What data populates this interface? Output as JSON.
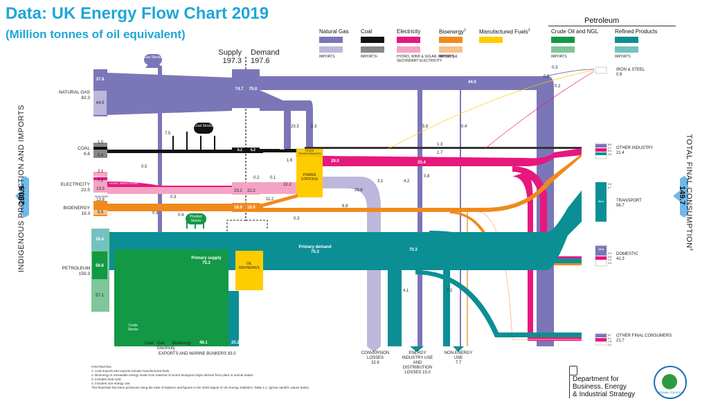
{
  "header": {
    "title": "Data: UK Energy Flow Chart 2019",
    "subtitle": "(Million tonnes of oil equivalent)"
  },
  "supply": {
    "label": "Supply",
    "value": "197.3"
  },
  "demand": {
    "label": "Demand",
    "value": "197.6"
  },
  "left_axis": {
    "label": "INDIGENOUS PRODUCTION AND IMPORTS",
    "total": "280.9"
  },
  "right_axis": {
    "label": "TOTAL FINAL CONSUMPTION",
    "superscript": "4",
    "total": "149.7"
  },
  "legend": {
    "petroleum_header": "Petroleum",
    "items": [
      {
        "name": "Natural Gas",
        "color": "#7b76b8",
        "import_color": "#bdb7dc",
        "sub": "IMPORTS"
      },
      {
        "name": "Coal",
        "color": "#111111",
        "import_color": "#888888",
        "sub": "IMPORTS¹"
      },
      {
        "name": "Electricity",
        "color": "#e6187e",
        "import_color": "#f4a3c4",
        "sub": "HYDRO, WIND & SOLAR, IMPORTS & SECONDARY ELECTRICITY"
      },
      {
        "name": "Bioenergy",
        "sup": "2",
        "color": "#f08a1c",
        "import_color": "#f7c18a",
        "sub": "IMPORTS"
      },
      {
        "name": "Manufactured Fuels",
        "sup": "3",
        "color": "#ffcc00",
        "import_color": "#ffe27a",
        "sub": ""
      },
      {
        "name": "Crude Oil and NGL",
        "color": "#139845",
        "import_color": "#7dc79a",
        "sub": "IMPORTS"
      },
      {
        "name": "Refined Products",
        "color": "#0b8f94",
        "import_color": "#72c2c4",
        "sub": "IMPORTS"
      }
    ]
  },
  "sources": {
    "natural_gas": {
      "label": "NATURAL GAS",
      "total": "82.3",
      "v1": "37.8",
      "v2": "44.5"
    },
    "coal": {
      "label": "COAL",
      "total": "6.6",
      "v1": "1.5",
      "v2": "5.0"
    },
    "electricity": {
      "label": "ELECTRICITY",
      "total": "22.5",
      "imports": "2.1",
      "imports_tag": "IMPORTS",
      "hydro": "7.2",
      "hydro_tag": "HYDRO, WIND & SOLAR",
      "nuclear_tag": "NUCLEAR",
      "nuclear": "13.3"
    },
    "bioenergy": {
      "label": "BIOENERGY",
      "total": "19.3",
      "v1": "13.8",
      "v2": "5.5"
    },
    "petroleum": {
      "label": "PETROLEUM",
      "total": "150.3",
      "v1": "36.4",
      "v2": "56.8",
      "v3": "57.1"
    }
  },
  "stocks": {
    "gas": "Gas Stocks",
    "coal": "Coal Stocks",
    "product": "Product Stocks",
    "crude": "Crude Stocks"
  },
  "flows": {
    "gas_supply": "74.7",
    "gas_demand": "75.0",
    "gas_stock": "7.5",
    "gas_left": "0.5",
    "gas_to_other": "44.0",
    "gas_23": "23.3",
    "gas_2": "2.3",
    "gas_58": "5.8",
    "gas_04": "0.4",
    "coal_supply": "6.2",
    "coal_demand": "6.2",
    "coal_21": "2.1",
    "coal_13": "1.3",
    "coal_17": "1.7",
    "coal_16": "1.6",
    "elec_02": "0.2",
    "elec_01": "0.1",
    "elec_222": "22.2",
    "elec_232": "23.2",
    "elec_222b": "22.2",
    "elec_29": "29.0",
    "elec_254": "25.4",
    "elec_08": "0.8",
    "elec_03": "0.3",
    "bio_03": "0.3",
    "bio_112": "11.2",
    "bio_189a": "18.9",
    "bio_189b": "18.9",
    "bio_69": "6.9",
    "bio_04": "0.4",
    "bio_03b": "0.3",
    "conv_298": "29.8",
    "conv_31": "3.1",
    "conv_42": "4.2",
    "primary_supply_label": "Primary supply",
    "primary_supply": "75.3",
    "primary_demand_label": "Primary demand",
    "primary_demand": "75.3",
    "refineries": "OIL REFINERIES",
    "power_stations": "POWER STATIONS",
    "other_transformation": "OTHER TRANSFORMATION",
    "petrol_703": "70.3",
    "petrol_41": "4.1",
    "petrol_72": "7.2",
    "crude_481": "48.1",
    "crude_252": "25.2",
    "iron_03a": "0.3",
    "iron_03b": "0.3",
    "iron_02": "0.2"
  },
  "bottom": {
    "coal": "Coal",
    "gas": "Gas",
    "electricity": "Electricity",
    "bioenergy": "Bioenergy",
    "exports": "EXPORTS AND MARINE BUNKERS 83.0",
    "conversion": "CONVERSION LOSSES",
    "conversion_val": "32.6",
    "energy_industry": "ENERGY INDUSTRY USE AND DISTRIBUTION LOSSES 15.0",
    "non_energy": "NON-ENERGY USE",
    "non_energy_val": "7.7"
  },
  "sinks": {
    "iron_steel": {
      "label": "IRON & STEEL",
      "total": "0.9"
    },
    "other_industry": {
      "label": "OTHER INDUSTRY",
      "total": "21.4",
      "a": "8.5",
      "b": "1.7",
      "c": "9.4",
      "d": "2.5"
    },
    "transport": {
      "label": "TRANSPORT",
      "total": "56.7",
      "a": "0.5",
      "b": "0.7",
      "c": "54.4"
    },
    "domestic": {
      "label": "DOMESTIC",
      "total": "41.3",
      "a": "28.8",
      "b": "0.3",
      "c": "4.8",
      "d": "1.4",
      "e": "2.4"
    },
    "other_final": {
      "label": "OTHER FINAL CONSUMERS",
      "total": "21.7",
      "a": "8.7",
      "b": "9.1",
      "c": "1.8",
      "d": "2.2"
    }
  },
  "footnotes": {
    "title": "FOOTNOTES:",
    "n1": "1. Coal imports and exports include manufactured fuels.",
    "n2": "2. Bioenergy is renewable energy made from material of recent biological origin derived from plant or animal matter.",
    "n3": "3. Includes heat sold.",
    "n4": "4. Includes non-energy use.",
    "source": "This flowchart has been produced using the style of balance and figures in the 2020 Digest of UK Energy Statistics, Table 1.1. (gross calorific values basis)"
  },
  "logo": {
    "line1": "Department for",
    "line2": "Business, Energy",
    "line3": "& Industrial Strategy",
    "badge": "NATIONAL STATISTICS"
  }
}
